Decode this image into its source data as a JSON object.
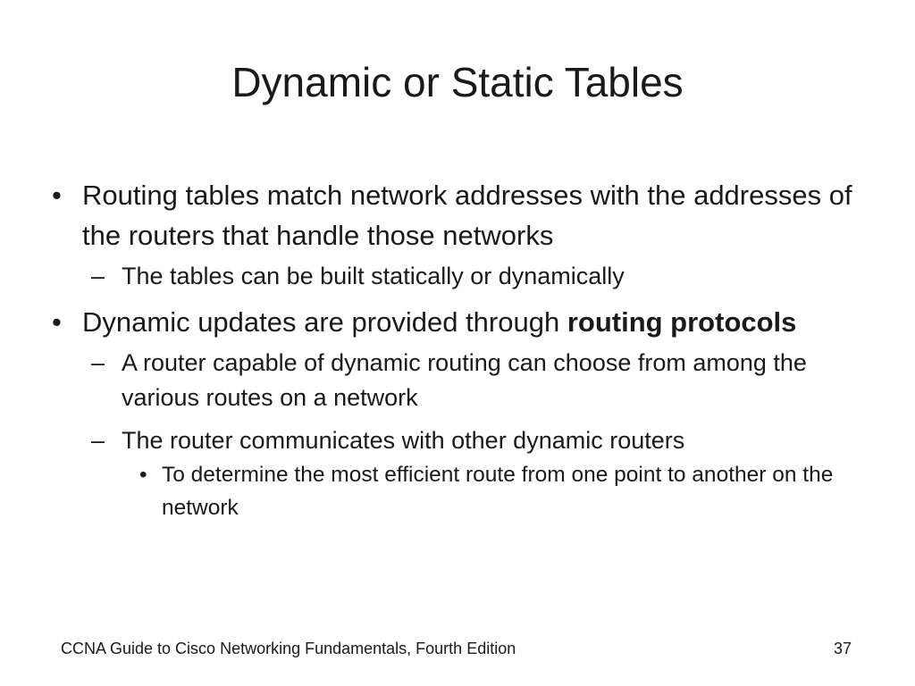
{
  "slide": {
    "title": "Dynamic or Static Tables",
    "bullets": [
      {
        "text": "Routing tables match network addresses with the addresses of the routers that handle those networks",
        "sub": [
          {
            "text": "The tables can be built statically or dynamically"
          }
        ]
      },
      {
        "text_before": "Dynamic updates are provided through ",
        "text_bold": "routing protocols",
        "sub": [
          {
            "text": "A router capable of dynamic routing can choose from among the various routes on a network"
          },
          {
            "text": "The router communicates with other dynamic routers",
            "sub": [
              {
                "text": "To determine the most efficient route from one point to another on the network"
              }
            ]
          }
        ]
      }
    ],
    "markers": {
      "level1": "•",
      "level2": "–",
      "level3": "•"
    }
  },
  "footer": {
    "left": "CCNA Guide to Cisco Networking Fundamentals, Fourth Edition",
    "page_number": "37"
  }
}
